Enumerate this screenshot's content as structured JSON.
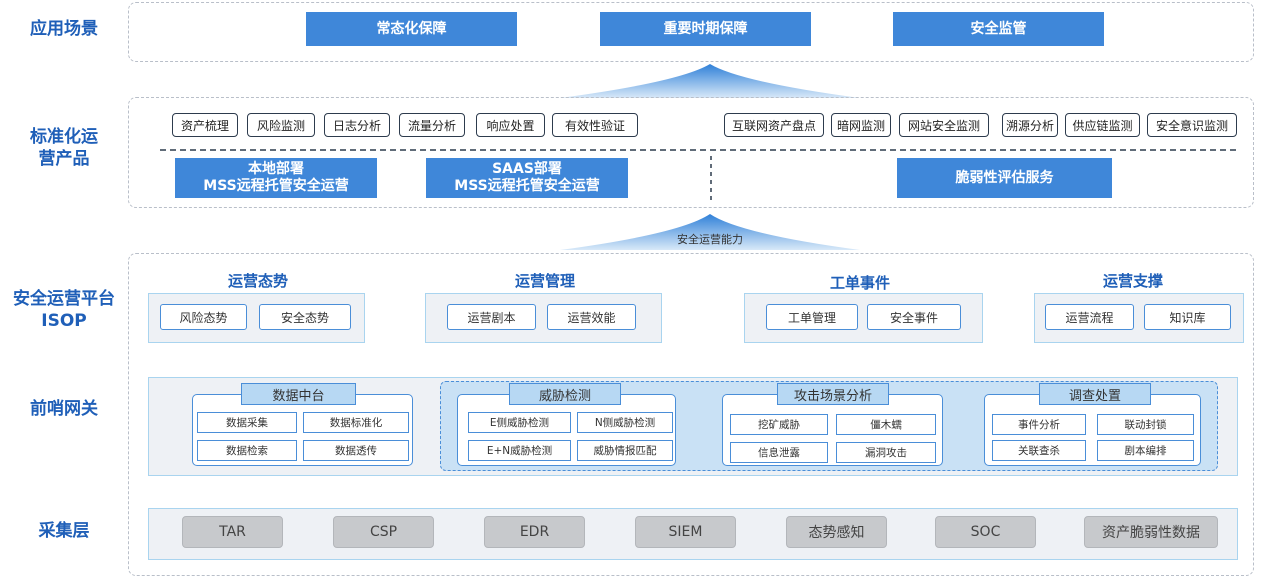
{
  "rows": {
    "scenario": "应用场景",
    "products": "标准化运营产品",
    "platform": "安全运营平台ISOP",
    "gateway": "前哨网关",
    "collect": "采集层"
  },
  "scenarios": [
    "常态化保障",
    "重要时期保障",
    "安全监管"
  ],
  "products": {
    "tags_left": [
      "资产梳理",
      "风险监测",
      "日志分析",
      "流量分析",
      "响应处置",
      "有效性验证"
    ],
    "tags_right": [
      "互联网资产盘点",
      "暗网监测",
      "网站安全监测",
      "溯源分析",
      "供应链监测",
      "安全意识监测"
    ],
    "local_line1": "本地部署",
    "local_line2": "MSS远程托管安全运营",
    "saas_line1": "SAAS部署",
    "saas_line2": "MSS远程托管安全运营",
    "vuln": "脆弱性评估服务"
  },
  "capability_label": "安全运营能力",
  "platform": {
    "groups": [
      {
        "title": "运营态势",
        "items": [
          "风险态势",
          "安全态势"
        ]
      },
      {
        "title": "运营管理",
        "items": [
          "运营剧本",
          "运营效能"
        ]
      },
      {
        "title": "工单事件",
        "items": [
          "工单管理",
          "安全事件"
        ]
      },
      {
        "title": "运营支撑",
        "items": [
          "运营流程",
          "知识库"
        ]
      }
    ]
  },
  "gateway": {
    "data_center": {
      "title": "数据中台",
      "items": [
        "数据采集",
        "数据标准化",
        "数据检索",
        "数据透传"
      ]
    },
    "threat": {
      "title": "威胁检测",
      "items": [
        "E侧威胁检测",
        "N侧威胁检测",
        "E+N威胁检测",
        "威胁情报匹配"
      ]
    },
    "attack": {
      "title": "攻击场景分析",
      "items": [
        "挖矿威胁",
        "僵木蠕",
        "信息泄露",
        "漏洞攻击"
      ]
    },
    "investigate": {
      "title": "调查处置",
      "items": [
        "事件分析",
        "联动封锁",
        "关联查杀",
        "剧本编排"
      ]
    }
  },
  "collect": [
    "TAR",
    "CSP",
    "EDR",
    "SIEM",
    "态势感知",
    "SOC",
    "资产脆弱性数据"
  ],
  "colors": {
    "primary": "#3f87d9",
    "label": "#1f5fb8",
    "light_blue": "#b7d8f3",
    "gray": "#c7c9cc"
  }
}
